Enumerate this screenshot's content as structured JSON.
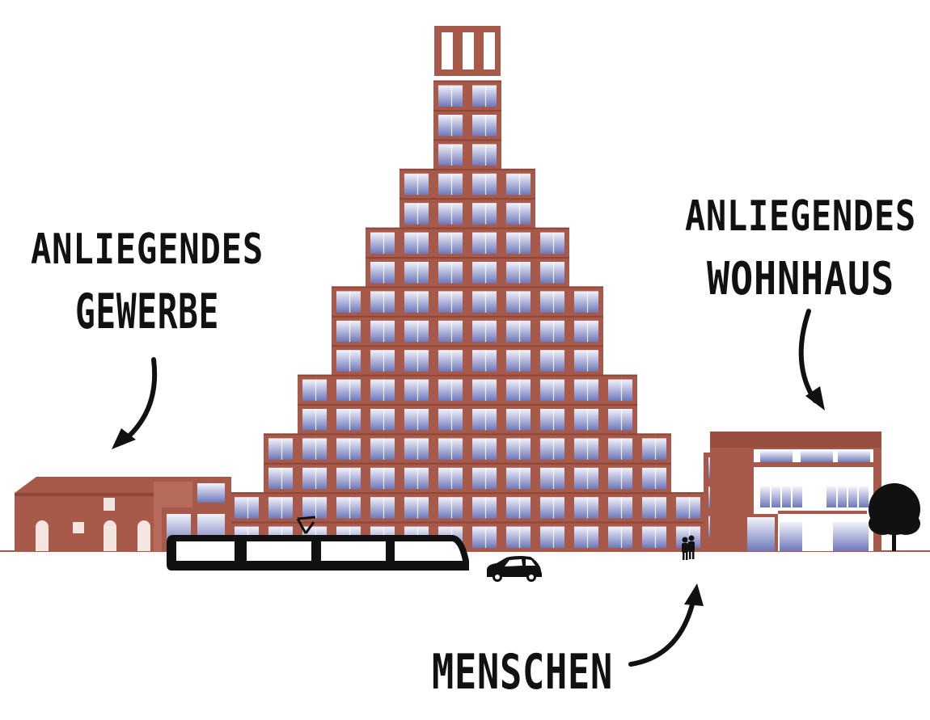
{
  "labels": {
    "commerce": [
      "ANLIEGENDES",
      "GEWERBE"
    ],
    "residential": [
      "ANLIEGENDES",
      "WOHNHAUS"
    ],
    "people": "MENSCHEN"
  },
  "colors": {
    "brick": "#a85a4a",
    "brick_dark": "#8e4638",
    "brick_light": "#b76c5b",
    "glass_top": "#f2f3fb",
    "glass_bottom": "#6f78ba",
    "ink": "#111111",
    "white": "#ffffff",
    "ground": "#a85a4a"
  },
  "tower": {
    "tiers": [
      {
        "cols_from": 6,
        "cols_to": 7
      },
      {
        "cols_from": 5,
        "cols_to": 8
      },
      {
        "cols_from": 4,
        "cols_to": 9
      },
      {
        "cols_from": 3,
        "cols_to": 10
      },
      {
        "cols_from": 2,
        "cols_to": 11
      },
      {
        "cols_from": 1,
        "cols_to": 12
      },
      {
        "cols_from": 0,
        "cols_to": 13
      }
    ]
  }
}
